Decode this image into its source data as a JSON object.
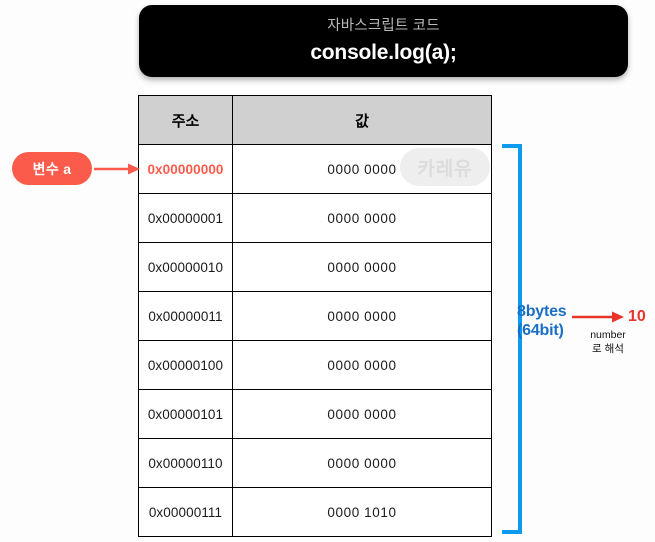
{
  "code_box": {
    "caption": "자바스크립트 코드",
    "code": "console.log(a);"
  },
  "table": {
    "headers": {
      "address": "주소",
      "value": "값"
    },
    "rows": [
      {
        "address": "0x00000000",
        "value": "0000 0000",
        "highlight": true
      },
      {
        "address": "0x00000001",
        "value": "0000 0000",
        "highlight": false
      },
      {
        "address": "0x00000010",
        "value": "0000 0000",
        "highlight": false
      },
      {
        "address": "0x00000011",
        "value": "0000 0000",
        "highlight": false
      },
      {
        "address": "0x00000100",
        "value": "0000 0000",
        "highlight": false
      },
      {
        "address": "0x00000101",
        "value": "0000 0000",
        "highlight": false
      },
      {
        "address": "0x00000110",
        "value": "0000 0000",
        "highlight": false
      },
      {
        "address": "0x00000111",
        "value": "0000 1010",
        "highlight": false
      }
    ]
  },
  "annotations": {
    "variable_label": "변수 a",
    "size_line1": "8bytes",
    "size_line2": "(64bit)",
    "interpret_line1": "number",
    "interpret_line2": "로 해석",
    "result": "10"
  },
  "watermark": {
    "text": "카레유"
  },
  "colors": {
    "accent_red": "#fb5b4a",
    "result_red": "#e8352a",
    "bracket_blue": "#0d9bf0",
    "label_blue": "#1a6fc4",
    "header_gray": "#d0d0d0",
    "code_bg": "#000000"
  }
}
